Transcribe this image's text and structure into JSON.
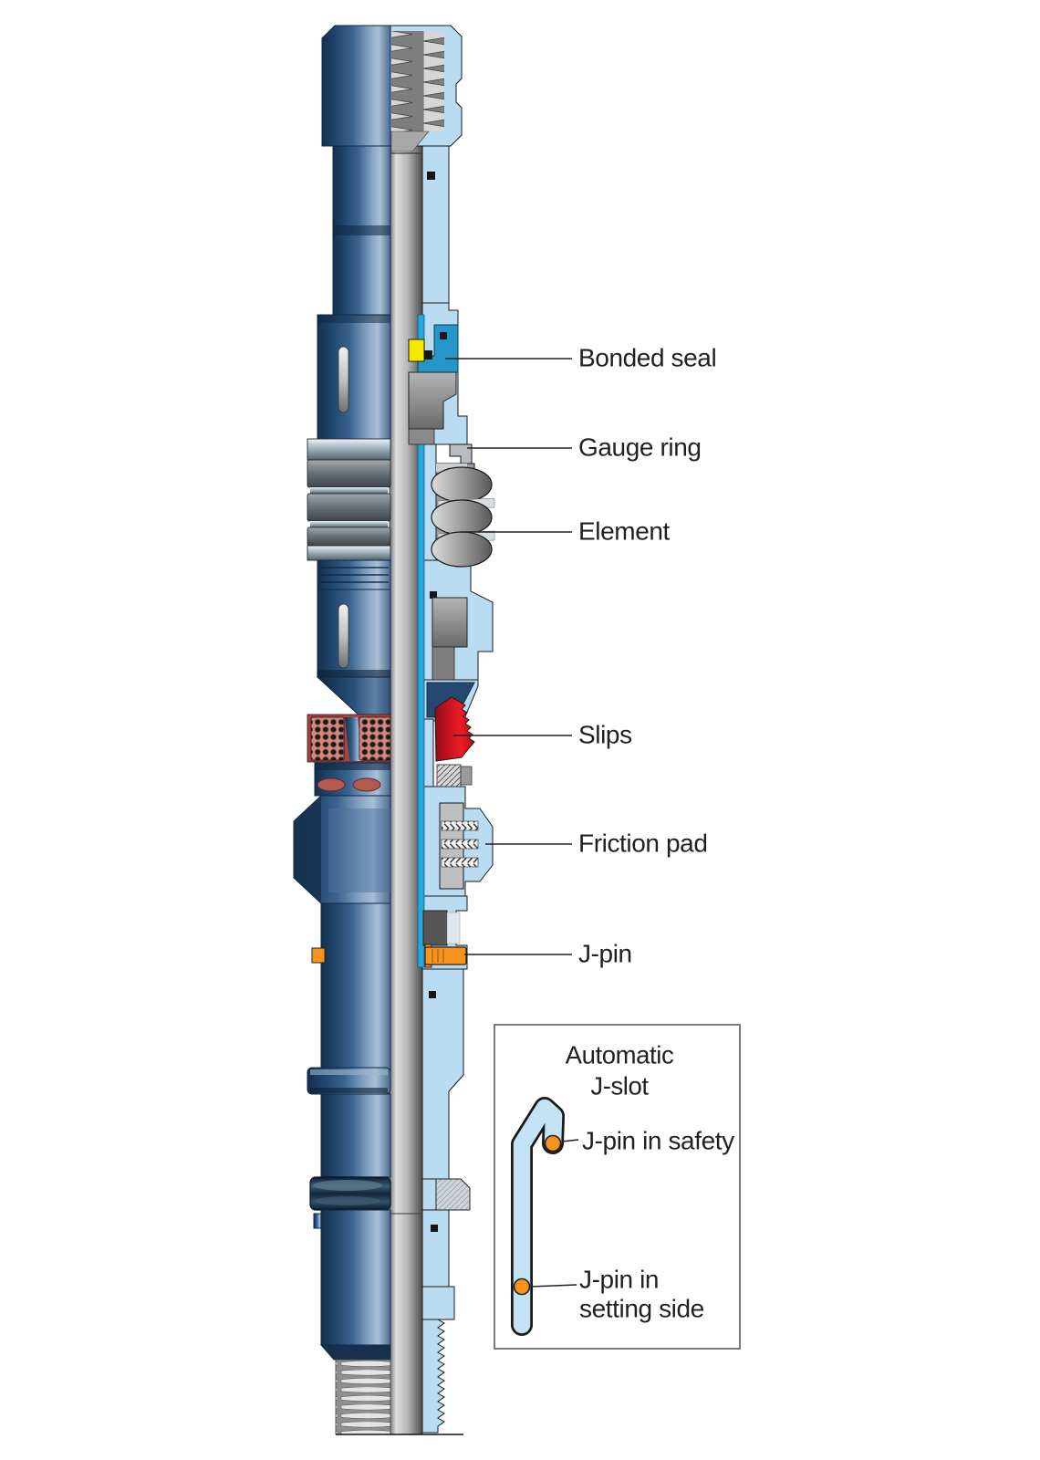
{
  "figure": {
    "type": "technical-diagram",
    "subject": "Retrievable packer tool cross-section with callouts",
    "labels": {
      "bonded_seal": "Bonded seal",
      "gauge_ring": "Gauge ring",
      "element": "Element",
      "slips": "Slips",
      "friction_pad": "Friction pad",
      "j_pin": "J-pin"
    },
    "inset": {
      "title_line1": "Automatic",
      "title_line2": "J-slot",
      "pin_safety": "J-pin in safety",
      "pin_setting_line1": "J-pin in",
      "pin_setting_line2": "setting side"
    },
    "colors": {
      "body_dark_blue": "#1e4268",
      "cutaway_light_blue": "#badcf2",
      "cutaway_inner_blue": "#2aa6df",
      "mandrel_gray": "#b5b5b5",
      "slips_red": "#e31a1f",
      "slip_buttons_pink": "#d08a80",
      "pin_orange": "#f7941e",
      "seal_yellow": "#f8e800",
      "element_gray": "#8c9297",
      "inset_slot_blue": "#c3e2f4",
      "label_text": "#231f20"
    }
  }
}
